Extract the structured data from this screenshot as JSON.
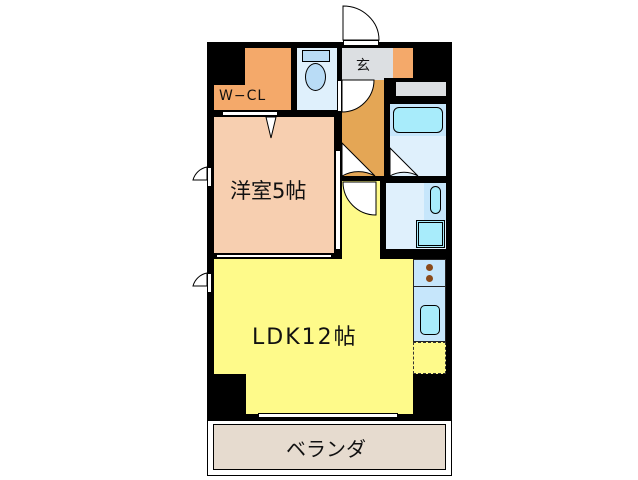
{
  "floorplan": {
    "rooms": [
      {
        "id": "wcl",
        "label": "W−CL",
        "color": "#f4a96a"
      },
      {
        "id": "toilet",
        "label": "",
        "color": "#dff0fc"
      },
      {
        "id": "genkan",
        "label": "玄",
        "color": "#dcdfe2"
      },
      {
        "id": "hall",
        "label": "",
        "color": "#e4a655"
      },
      {
        "id": "washroom",
        "label": "",
        "color": "#dff0fc"
      },
      {
        "id": "bath",
        "label": "",
        "color": "#c6e6fb"
      },
      {
        "id": "youshitsu",
        "label": "洋室5帖",
        "color": "#f7cfb0"
      },
      {
        "id": "ldk",
        "label": "LDK12帖",
        "color": "#fefa8a"
      },
      {
        "id": "kitchen",
        "label": "",
        "color": "#c6e6fb"
      },
      {
        "id": "veranda",
        "label": "ベランダ",
        "color": "#e6dbcf"
      }
    ],
    "colors": {
      "wall": "#000000",
      "fixture": "#8ee6f8",
      "stove": "#8a4a1a",
      "background": "#ffffff"
    }
  }
}
